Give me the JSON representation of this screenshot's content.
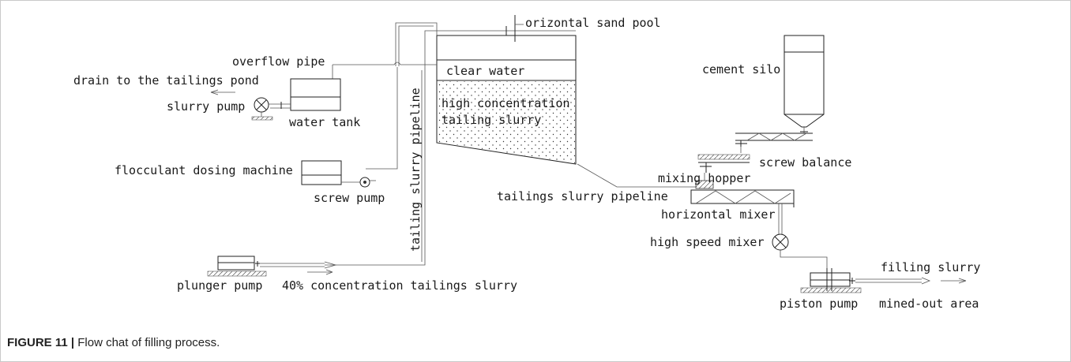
{
  "labels": {
    "horizontal_sand_pool": "orizontal sand pool",
    "overflow_pipe": "overflow pipe",
    "drain": "drain to the tailings pond",
    "slurry_pump": "slurry pump",
    "water_tank": "water tank",
    "clear_water": "clear water",
    "high_conc_1": "high concentration",
    "high_conc_2": "tailing slurry",
    "tailing_pipeline_vertical": "tailing slurry pipeline",
    "flocculant": "flocculant dosing machine",
    "screw_pump": "screw pump",
    "cement_silo": "cement silo",
    "screw_balance": "screw balance",
    "mixing_hopper": "mixing hopper",
    "tailings_pipeline": "tailings slurry pipeline",
    "horizontal_mixer": "horizontal mixer",
    "high_speed_mixer": "high speed mixer",
    "plunger_pump": "plunger pump",
    "concentration_40": "40% concentration tailings slurry",
    "filling_slurry": "filling slurry",
    "piston_pump": "piston pump",
    "mined_out": "mined-out area"
  },
  "caption": {
    "figure_no": "FIGURE 11 |",
    "text": "Flow chat of filling process."
  }
}
